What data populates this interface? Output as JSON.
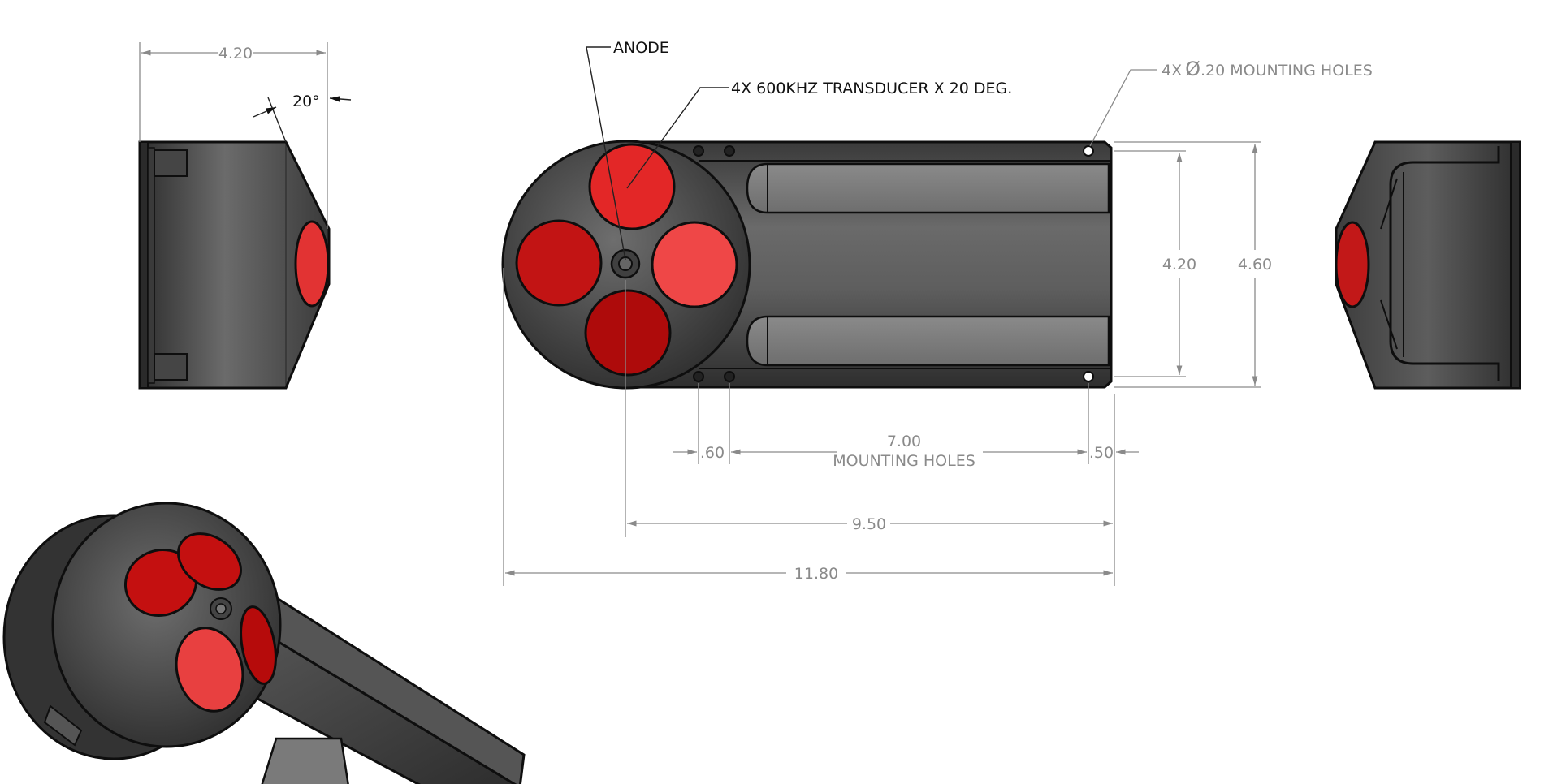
{
  "notes": {
    "anode": "ANODE",
    "transducer": "4X 600KHZ TRANSDUCER X 20 DEG.",
    "mounting_holes_prefix": "4X",
    "diameter_symbol": "Ø",
    "mounting_holes_rest": ".20 MOUNTING HOLES"
  },
  "dimensions": {
    "side_width": "4.20",
    "angle": "20°",
    "height_inner": "4.20",
    "height_outer": "4.60",
    "hole_offset_left": ".60",
    "hole_spacing": "7.00",
    "hole_spacing_caption": "MOUNTING HOLES",
    "hole_offset_right": ".50",
    "length_to_center": "9.50",
    "overall_length": "11.80"
  },
  "colors": {
    "body_dark": "#2f2f2f",
    "body_mid": "#5c5c5c",
    "transducer_red": "#e02020",
    "transducer_dark_red": "#b00d0d",
    "dimension_grey": "#8a8a8a"
  }
}
